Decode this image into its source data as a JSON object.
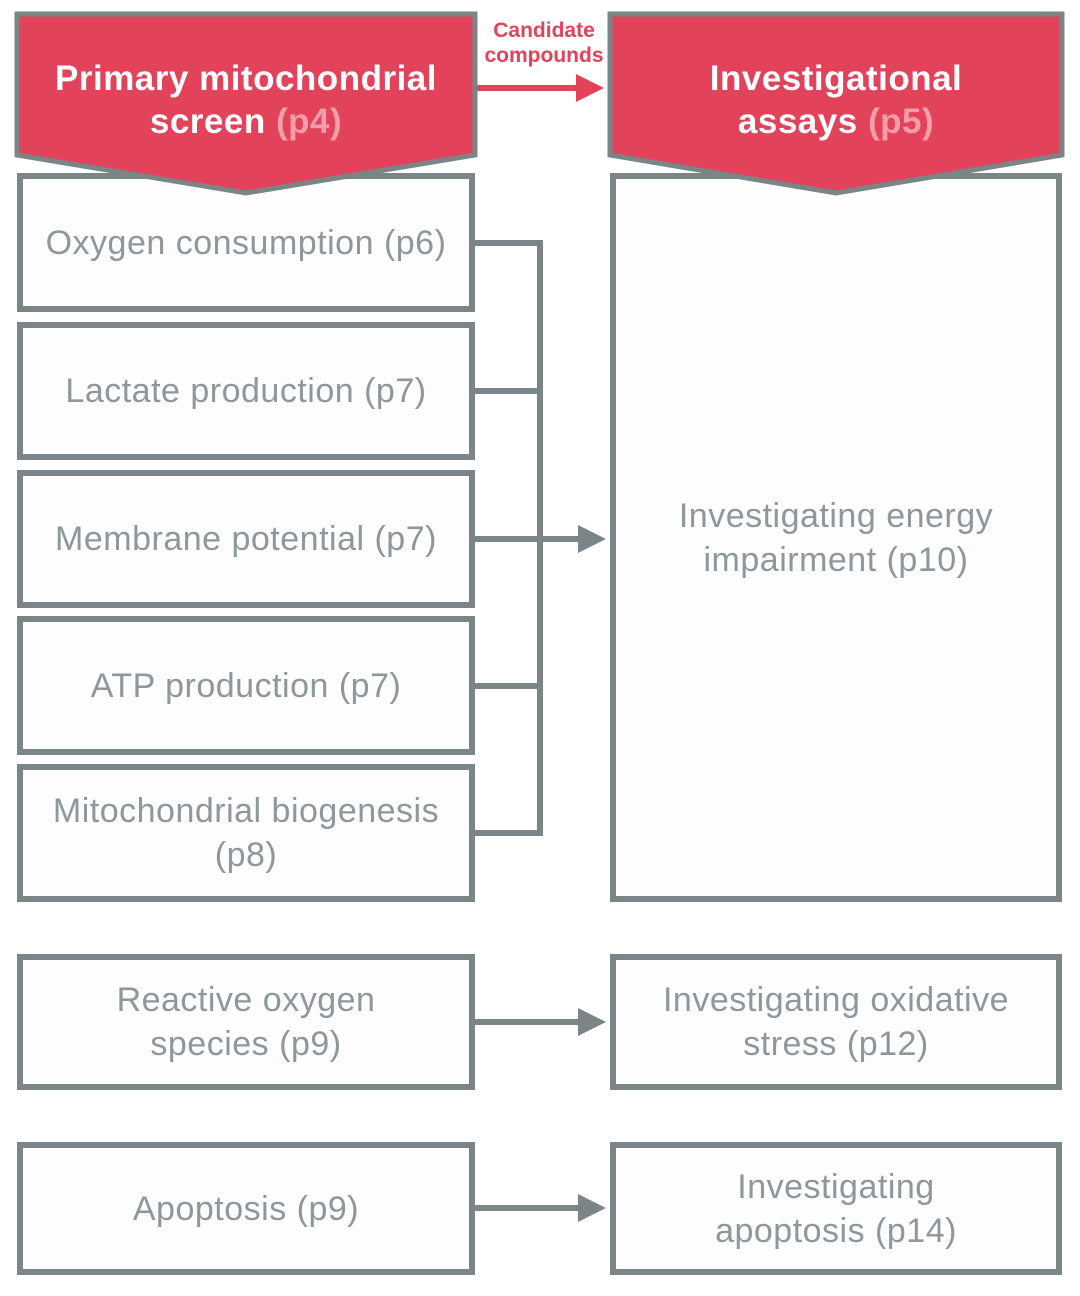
{
  "palette": {
    "accent_red": "#e2425a",
    "page_ref_pink": "#f29daa",
    "border_gray": "#7b8588",
    "text_gray": "#8e979b"
  },
  "header": {
    "left": {
      "line1": "Primary mitochondrial",
      "line2": "screen",
      "page": "(p4)"
    },
    "right": {
      "line1": "Investigational",
      "line2": "assays",
      "page": "(p5)"
    },
    "arrow_label": {
      "line1": "Candidate",
      "line2": "compounds"
    }
  },
  "screens": {
    "boxes": [
      {
        "lines": [
          "Oxygen consumption (p6)"
        ]
      },
      {
        "lines": [
          "Lactate production (p7)"
        ]
      },
      {
        "lines": [
          "Membrane potential (p7)"
        ]
      },
      {
        "lines": [
          "ATP production (p7)"
        ]
      },
      {
        "lines": [
          "Mitochondrial biogenesis (p8)"
        ]
      }
    ],
    "ros": {
      "lines": [
        "Reactive oxygen",
        "species (p9)"
      ]
    },
    "apoptosis": {
      "lines": [
        "Apoptosis (p9)"
      ]
    }
  },
  "assays": {
    "energy": {
      "lines": [
        "Investigating energy",
        "impairment (p10)"
      ]
    },
    "oxidative": {
      "lines": [
        "Investigating oxidative",
        "stress (p12)"
      ]
    },
    "apoptosis": {
      "lines": [
        "Investigating",
        "apoptosis (p14)"
      ]
    }
  }
}
